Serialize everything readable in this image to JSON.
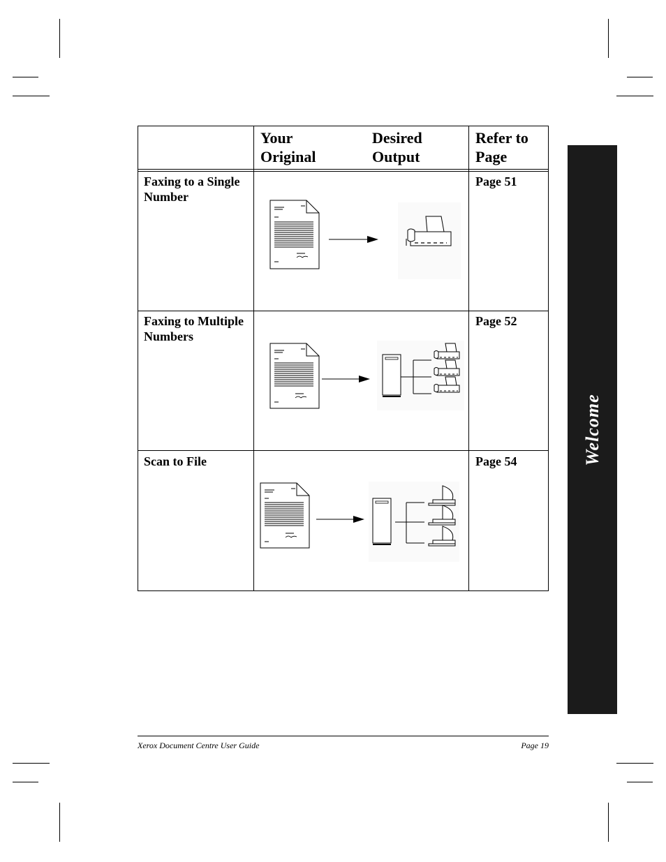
{
  "table": {
    "headers": {
      "col_blank": "",
      "original_line1": "Your",
      "original_line2": "Original",
      "output_line1": "Desired",
      "output_line2": "Output",
      "refer_line1": "Refer to",
      "refer_line2": "Page"
    },
    "rows": [
      {
        "feature_line1": "Faxing to a Single",
        "feature_line2": "Number",
        "page": "Page 51"
      },
      {
        "feature_line1": "Faxing to Multiple",
        "feature_line2": "Numbers",
        "page": "Page 52"
      },
      {
        "feature_line1": "Scan to File",
        "feature_line2": "",
        "page": "Page 54"
      }
    ]
  },
  "sidebar": {
    "label": "Welcome"
  },
  "footer": {
    "title": "Xerox Document Centre User Guide",
    "page": "Page 19"
  },
  "icons": {
    "original": "document-icon",
    "fax": "fax-machine-icon",
    "server": "server-tower-icon",
    "workstation": "workstation-icon"
  }
}
